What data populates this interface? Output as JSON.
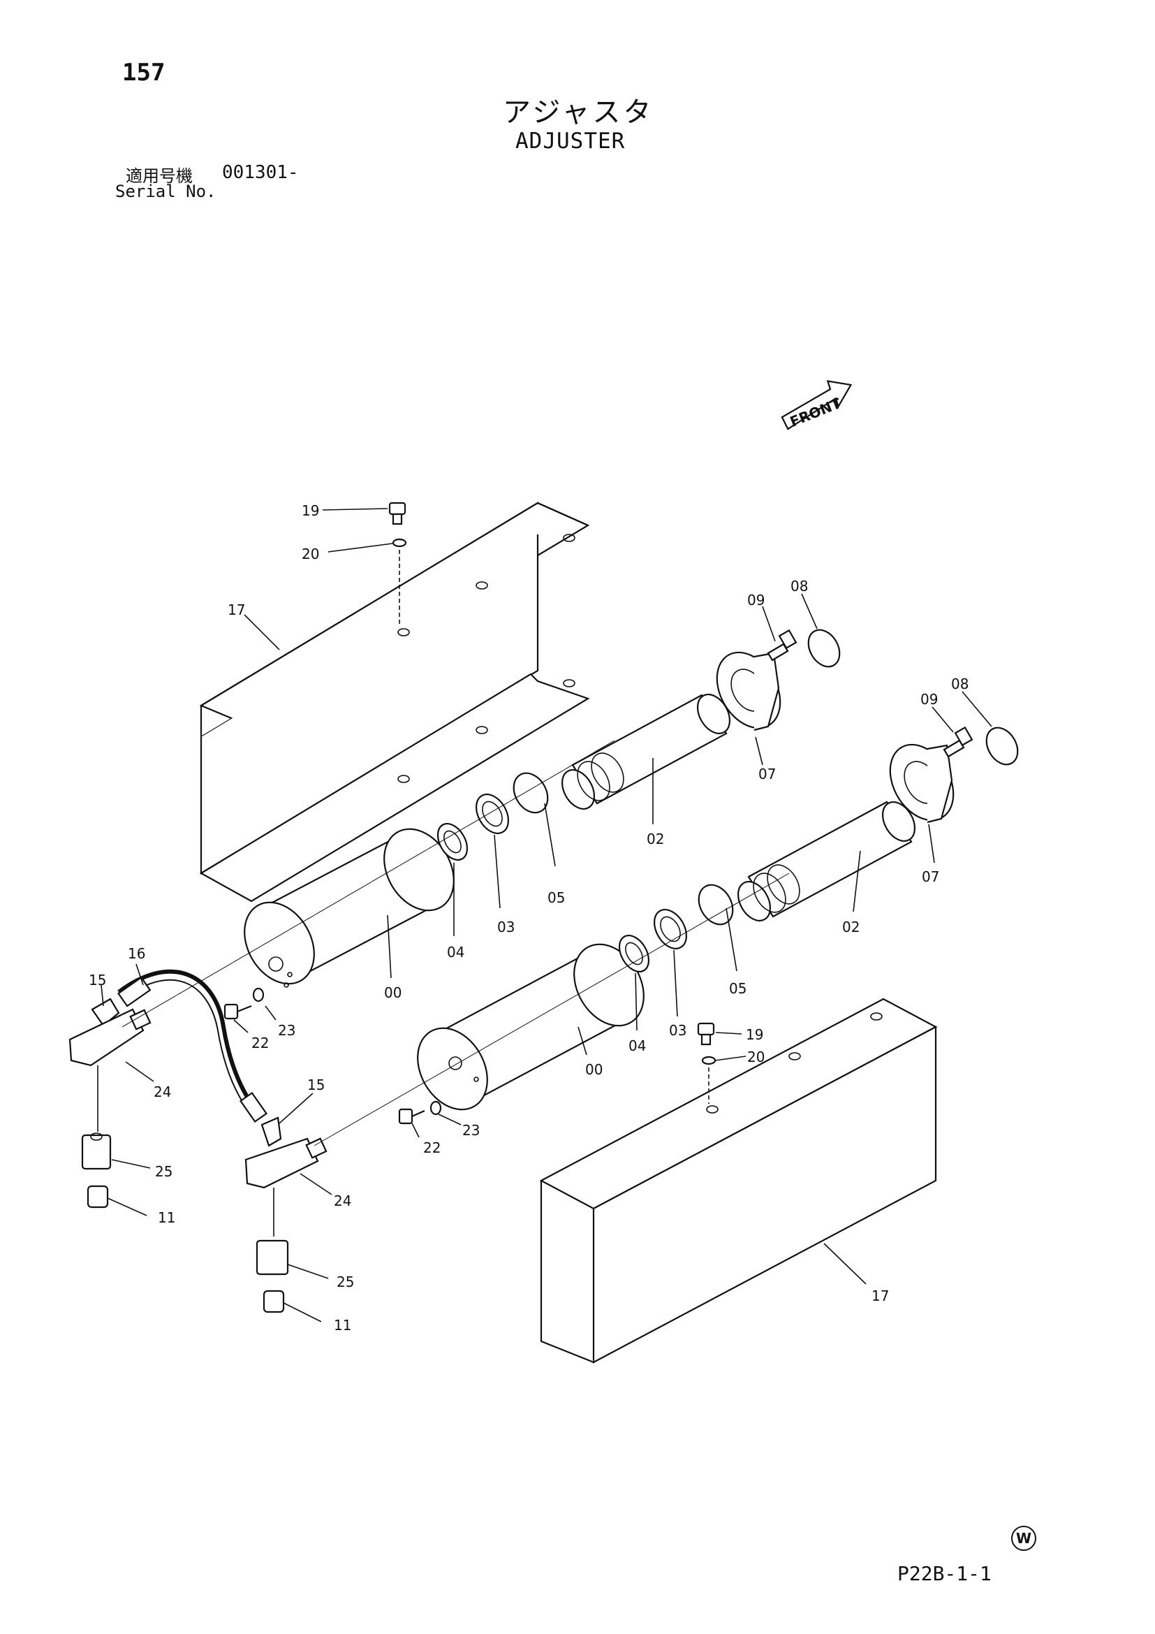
{
  "header": {
    "page_number": "157",
    "title_jp": "アジャスタ",
    "title_en": "ADJUSTER",
    "serial_label_jp": "適用号機",
    "serial_label_en": "Serial No.",
    "serial_value": "001301-"
  },
  "diagram": {
    "front_label": "FRONT",
    "callouts": {
      "c19a": "19",
      "c20a": "20",
      "c17a": "17",
      "c09a": "09",
      "c08a": "08",
      "c09b": "09",
      "c08b": "08",
      "c07a": "07",
      "c07b": "07",
      "c02a": "02",
      "c02b": "02",
      "c05a": "05",
      "c05b": "05",
      "c03a": "03",
      "c03b": "03",
      "c04a": "04",
      "c04b": "04",
      "c00a": "00",
      "c00b": "00",
      "c16": "16",
      "c15a": "15",
      "c15b": "15",
      "c23a": "23",
      "c23b": "23",
      "c22a": "22",
      "c22b": "22",
      "c24a": "24",
      "c24b": "24",
      "c25a": "25",
      "c25b": "25",
      "c11a": "11",
      "c11b": "11",
      "c19b": "19",
      "c20b": "20",
      "c17b": "17"
    }
  },
  "footer": {
    "mark": "W",
    "ref_code": "P22B-1-1"
  }
}
